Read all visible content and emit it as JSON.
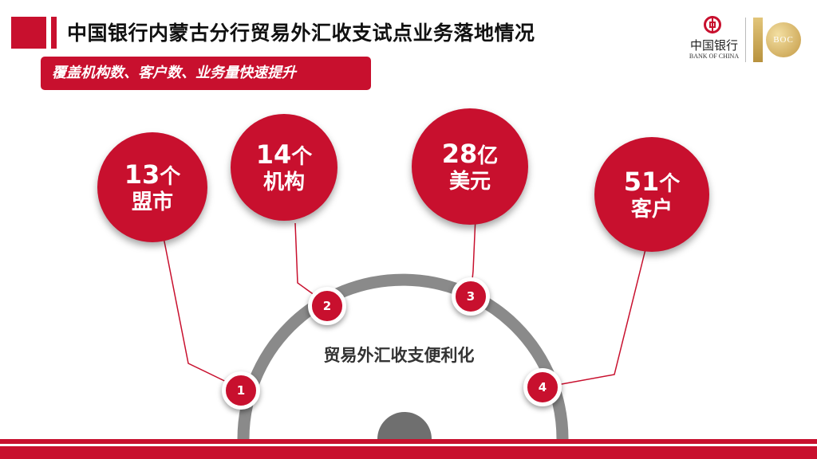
{
  "header": {
    "title": "中国银行内蒙古分行贸易外汇收支试点业务落地情况",
    "subtitle": "覆盖机构数、客户数、业务量快速提升"
  },
  "logo": {
    "name_cn": "中国银行",
    "name_en": "BANK OF CHINA",
    "centennial_text": "BOC"
  },
  "center_label": "贸易外汇收支便利化",
  "bubbles": [
    {
      "number": "13",
      "unit": "个",
      "label": "盟市"
    },
    {
      "number": "14",
      "unit": "个",
      "label": "机构"
    },
    {
      "number": "28",
      "unit": "亿",
      "label": "美元"
    },
    {
      "number": "51",
      "unit": "个",
      "label": "客户"
    }
  ],
  "nodes": [
    "1",
    "2",
    "3",
    "4"
  ],
  "colors": {
    "primary_red": "#c8102e",
    "arc_gray": "#8a8a8a",
    "title_text": "#111111"
  }
}
